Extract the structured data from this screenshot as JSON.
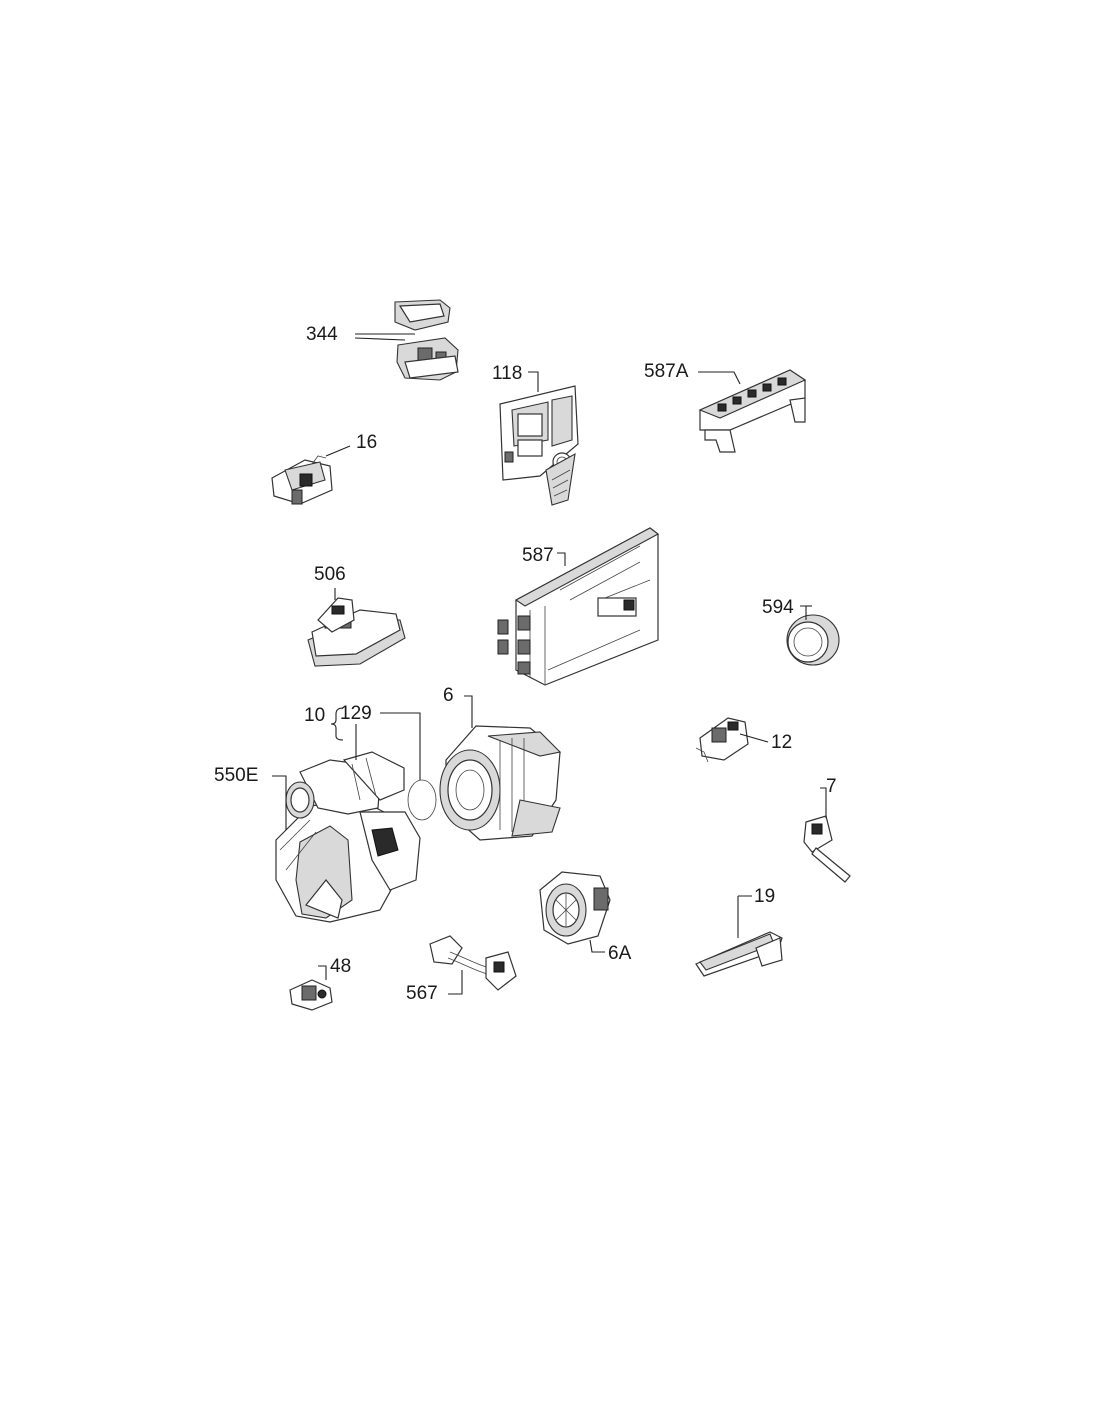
{
  "labels": {
    "p344": "344",
    "p118": "118",
    "p587A": "587A",
    "p16": "16",
    "p506": "506",
    "p587": "587",
    "p594": "594",
    "p10": "10",
    "p129": "129",
    "p6": "6",
    "p12": "12",
    "p550E": "550E",
    "p7": "7",
    "p19": "19",
    "p6A": "6A",
    "p48": "48",
    "p567": "567"
  }
}
